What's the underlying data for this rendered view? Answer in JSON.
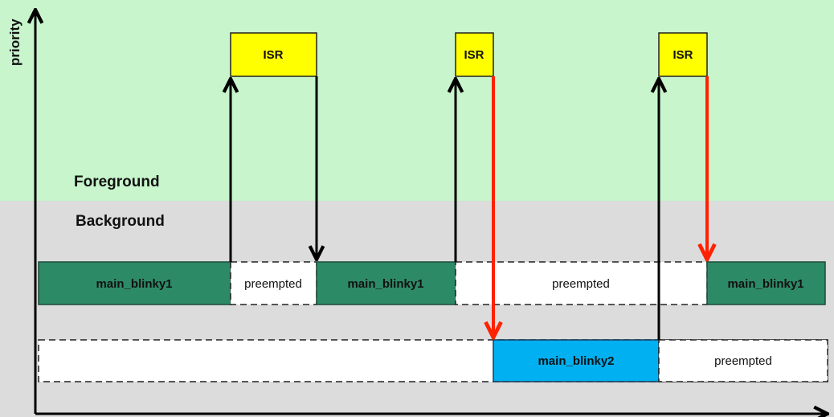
{
  "axis": {
    "y_label": "priority"
  },
  "zones": {
    "foreground": "Foreground",
    "background": "Background"
  },
  "isr_label": "ISR",
  "task1_label": "main_blinky1",
  "task2_label": "main_blinky2",
  "preempted_label": "preempted",
  "colors": {
    "foreground_bg": "#c8f5cc",
    "background_bg": "#dcdcdc",
    "isr_fill": "#ffff00",
    "task1_fill": "#2d8a66",
    "task2_fill": "#00b0f0",
    "return_arrow": "#ff2200",
    "axis": "#000000"
  }
}
